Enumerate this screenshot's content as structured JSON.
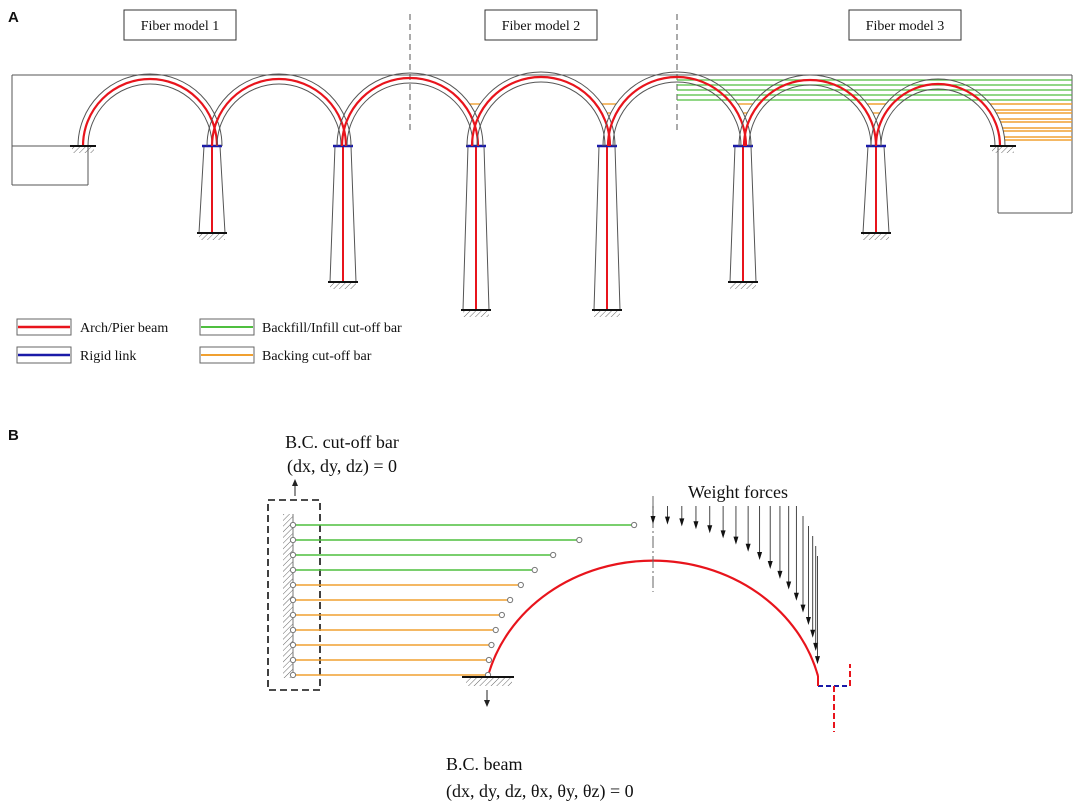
{
  "panel_a": {
    "label": "A",
    "model_labels": [
      "Fiber model 1",
      "Fiber model 2",
      "Fiber model 3"
    ],
    "legend": [
      {
        "text": "Arch/Pier beam",
        "color": "#e8141c"
      },
      {
        "text": "Backfill/Infill cut-off bar",
        "color": "#4fbf3f"
      },
      {
        "text": "Rigid link",
        "color": "#1a1aa8"
      },
      {
        "text": "Backing cut-off bar",
        "color": "#f0a030"
      }
    ]
  },
  "panel_b": {
    "label": "B",
    "bc_cutoff_title": "B.C. cut-off bar",
    "bc_cutoff_eq": "(dx, dy, dz) = 0",
    "weight_forces": "Weight forces",
    "bc_beam_title": "B.C. beam",
    "bc_beam_eq": "(dx, dy, dz, θx, θy, θz) = 0"
  },
  "colors": {
    "beam": "#e8141c",
    "backfill": "#4fbf3f",
    "rigid": "#1a1aa8",
    "backing": "#f0a030",
    "outline": "#555555"
  }
}
